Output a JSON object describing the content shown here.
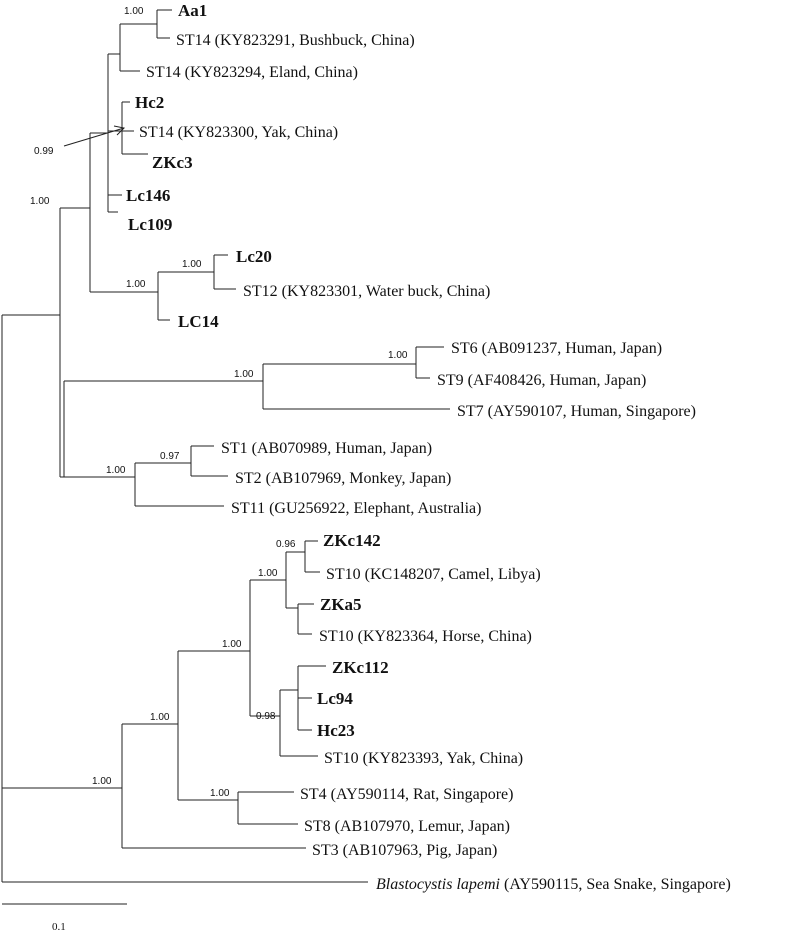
{
  "tree": {
    "scale_label": "0.1",
    "leaves": [
      {
        "id": "aa1",
        "label": "Aa1",
        "bold": true
      },
      {
        "id": "st14_bushbuck",
        "label": "ST14 (KY823291, Bushbuck, China)"
      },
      {
        "id": "st14_eland",
        "label": "ST14 (KY823294, Eland, China)"
      },
      {
        "id": "hc2",
        "label": "Hc2",
        "bold": true
      },
      {
        "id": "st14_yak",
        "label": "ST14 (KY823300, Yak, China)"
      },
      {
        "id": "zkc3",
        "label": "ZKc3",
        "bold": true
      },
      {
        "id": "lc146",
        "label": "Lc146",
        "bold": true
      },
      {
        "id": "lc109",
        "label": "Lc109",
        "bold": true
      },
      {
        "id": "lc20",
        "label": "Lc20",
        "bold": true
      },
      {
        "id": "st12_waterbuck",
        "label": "ST12 (KY823301, Water buck, China)"
      },
      {
        "id": "lc14",
        "label": "LC14",
        "bold": true
      },
      {
        "id": "st6",
        "label": "ST6 (AB091237, Human, Japan)"
      },
      {
        "id": "st9",
        "label": "ST9 (AF408426, Human, Japan)"
      },
      {
        "id": "st7",
        "label": "ST7 (AY590107, Human, Singapore)"
      },
      {
        "id": "st1",
        "label": "ST1 (AB070989, Human, Japan)"
      },
      {
        "id": "st2",
        "label": "ST2 (AB107969, Monkey, Japan)"
      },
      {
        "id": "st11",
        "label": "ST11 (GU256922, Elephant, Australia)"
      },
      {
        "id": "zkc142",
        "label": "ZKc142",
        "bold": true
      },
      {
        "id": "st10_camel",
        "label": "ST10 (KC148207, Camel, Libya)"
      },
      {
        "id": "zka5",
        "label": "ZKa5",
        "bold": true
      },
      {
        "id": "st10_horse",
        "label": "ST10 (KY823364, Horse, China)"
      },
      {
        "id": "zkc112",
        "label": "ZKc112",
        "bold": true
      },
      {
        "id": "lc94",
        "label": "Lc94",
        "bold": true
      },
      {
        "id": "hc23",
        "label": "Hc23",
        "bold": true
      },
      {
        "id": "st10_yak",
        "label": "ST10 (KY823393, Yak, China)"
      },
      {
        "id": "st4",
        "label": "ST4 (AY590114, Rat, Singapore)"
      },
      {
        "id": "st8",
        "label": "ST8 (AB107970, Lemur, Japan)"
      },
      {
        "id": "st3",
        "label": "ST3 (AB107963, Pig, Japan)"
      },
      {
        "id": "blasto_italic",
        "label": "Blastocystis lapemi",
        "italic": true
      },
      {
        "id": "blasto_rest",
        "label": " (AY590115, Sea Snake, Singapore)"
      }
    ],
    "support_values": [
      {
        "id": "s_aa1",
        "label": "1.00"
      },
      {
        "id": "s_st14yak",
        "label": "0.99"
      },
      {
        "id": "s_st14clade",
        "label": "1.00"
      },
      {
        "id": "s_lc20",
        "label": "1.00"
      },
      {
        "id": "s_lc14",
        "label": "1.00"
      },
      {
        "id": "s_st6",
        "label": "1.00"
      },
      {
        "id": "s_st679",
        "label": "1.00"
      },
      {
        "id": "s_st1",
        "label": "0.97"
      },
      {
        "id": "s_st1211",
        "label": "1.00"
      },
      {
        "id": "s_zkc142",
        "label": "0.96"
      },
      {
        "id": "s_st10a",
        "label": "1.00"
      },
      {
        "id": "s_st10all",
        "label": "1.00"
      },
      {
        "id": "s_st10b",
        "label": "0.98"
      },
      {
        "id": "s_st4",
        "label": "1.00"
      },
      {
        "id": "s_st10st4",
        "label": "1.00"
      },
      {
        "id": "s_bigclade",
        "label": "1.00"
      }
    ]
  }
}
